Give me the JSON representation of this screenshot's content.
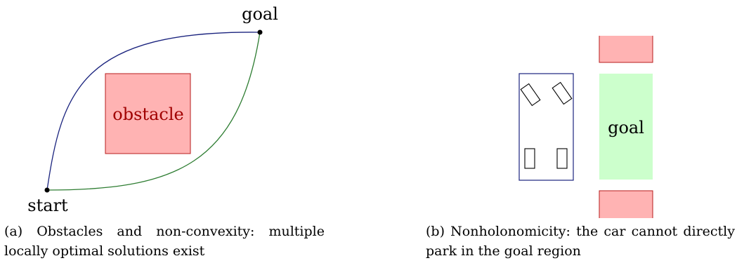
{
  "panel_a": {
    "labels": {
      "goal": "goal",
      "start": "start",
      "obstacle": "obstacle"
    },
    "caption": "(a) Obstacles and non-convexity: multiple locally optimal solutions exist",
    "colors": {
      "upper_path": "#1a237e",
      "lower_path": "#2e7d32",
      "obstacle_fill": "#ffb3b3",
      "obstacle_stroke": "#b71c1c",
      "obstacle_text": "#a00000",
      "endpoint": "#000000"
    }
  },
  "panel_b": {
    "labels": {
      "goal": "goal"
    },
    "caption": "(b) Nonholonomicity: the car cannot directly park in the goal region",
    "colors": {
      "car_body": "#1a237e",
      "wheel": "#000000",
      "goal_fill": "#ccffcc",
      "blocker_fill": "#ffb3b3",
      "blocker_stroke": "#b71c1c"
    }
  }
}
